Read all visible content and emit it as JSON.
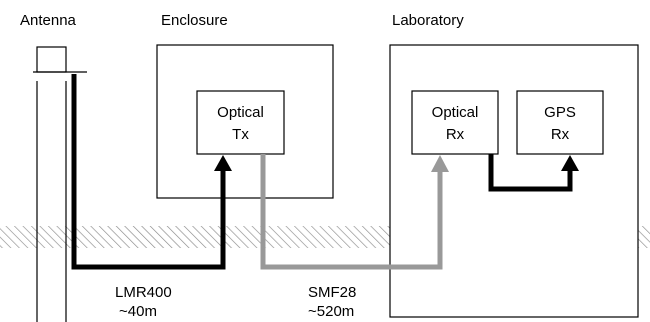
{
  "labels": {
    "antenna": "Antenna",
    "enclosure": "Enclosure",
    "laboratory": "Laboratory"
  },
  "optical_tx": {
    "line1": "Optical",
    "line2": "Tx"
  },
  "optical_rx": {
    "line1": "Optical",
    "line2": "Rx"
  },
  "gps_rx": {
    "line1": "GPS",
    "line2": "Rx"
  },
  "cables": {
    "coax": {
      "name": "LMR400",
      "length": "~40m"
    },
    "fiber": {
      "name": "SMF28",
      "length": "~520m"
    }
  },
  "colors": {
    "coax": "#000000",
    "fiber": "#999999",
    "outline": "#000000",
    "ground_hatch": "#888888"
  }
}
